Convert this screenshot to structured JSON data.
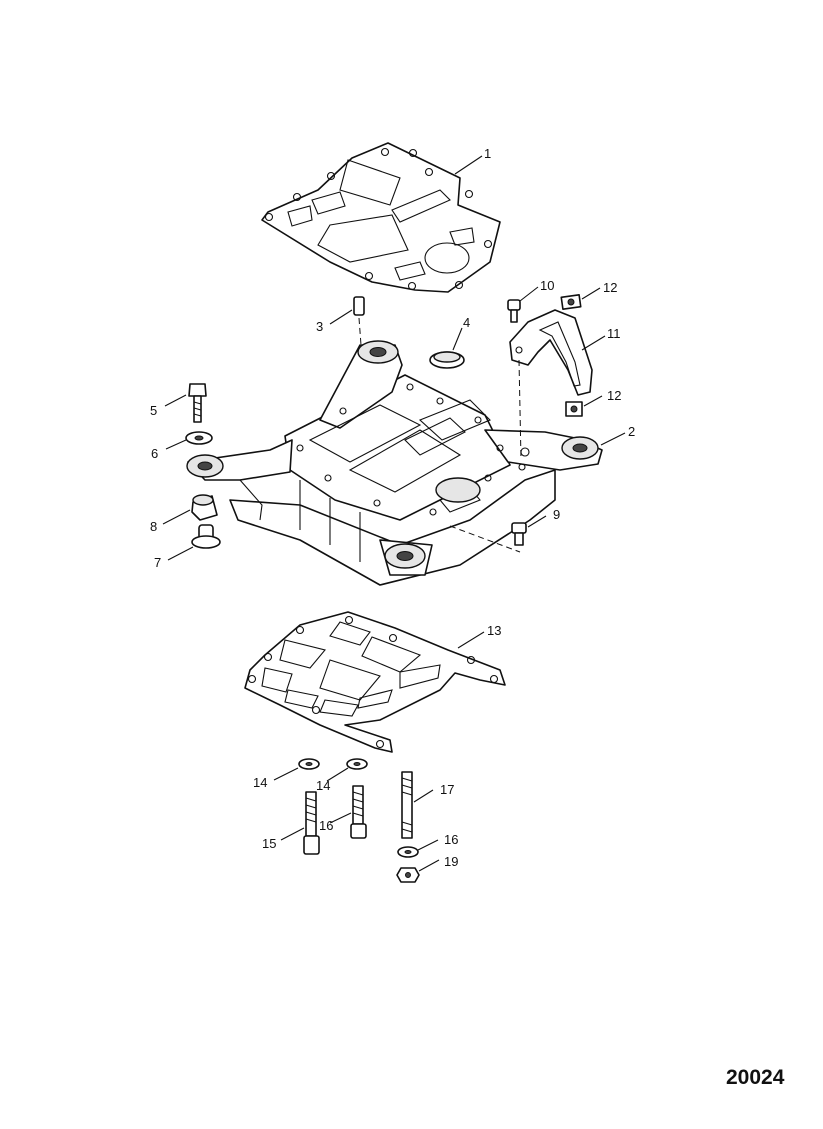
{
  "figure_number": "20024",
  "callouts": [
    {
      "id": "c1",
      "text": "1"
    },
    {
      "id": "c2",
      "text": "2"
    },
    {
      "id": "c3",
      "text": "3"
    },
    {
      "id": "c4",
      "text": "4"
    },
    {
      "id": "c5",
      "text": "5"
    },
    {
      "id": "c6",
      "text": "6"
    },
    {
      "id": "c7",
      "text": "7"
    },
    {
      "id": "c8",
      "text": "8"
    },
    {
      "id": "c9",
      "text": "9"
    },
    {
      "id": "c10",
      "text": "10"
    },
    {
      "id": "c11",
      "text": "11"
    },
    {
      "id": "c12a",
      "text": "12"
    },
    {
      "id": "c12b",
      "text": "12"
    },
    {
      "id": "c13",
      "text": "13"
    },
    {
      "id": "c14a",
      "text": "14"
    },
    {
      "id": "c14b",
      "text": "14"
    },
    {
      "id": "c15",
      "text": "15"
    },
    {
      "id": "c16a",
      "text": "16"
    },
    {
      "id": "c16b",
      "text": "16"
    },
    {
      "id": "c17",
      "text": "17"
    },
    {
      "id": "c19",
      "text": "19"
    }
  ]
}
